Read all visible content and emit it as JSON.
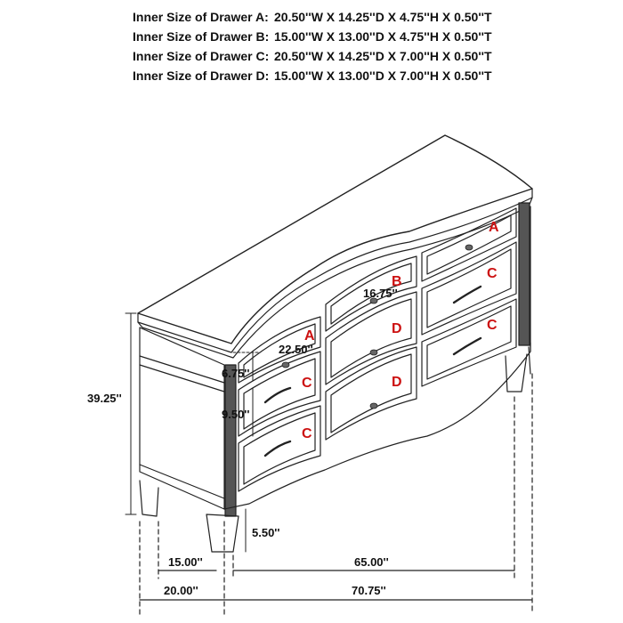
{
  "specs": [
    {
      "label": "Inner Size of Drawer A:",
      "value": "20.50''W X 14.25''D X 4.75''H X 0.50''T"
    },
    {
      "label": "Inner Size of Drawer B:",
      "value": "15.00''W X 13.00''D X 4.75''H X 0.50''T"
    },
    {
      "label": "Inner Size of Drawer C:",
      "value": "20.50''W X 14.25''D X 7.00''H X 0.50''T"
    },
    {
      "label": "Inner Size of Drawer D:",
      "value": "15.00''W X 13.00''D X 7.00''H X 0.50''T"
    }
  ],
  "dimensions": {
    "height_total": "39.25''",
    "drawer_a_width": "22.50''",
    "drawer_b_width": "16.75''",
    "drawer_a_height": "6.75''",
    "drawer_c_height": "9.50''",
    "leg_height": "5.50''",
    "side_depth_inner": "15.00''",
    "side_depth_outer": "20.00''",
    "front_width_inner": "65.00''",
    "front_width_outer": "70.75''"
  },
  "drawer_letters": {
    "a": "A",
    "b": "B",
    "c": "C",
    "d": "D"
  },
  "colors": {
    "line": "#222222",
    "letter": "#cc1111",
    "trim": "#555555"
  }
}
